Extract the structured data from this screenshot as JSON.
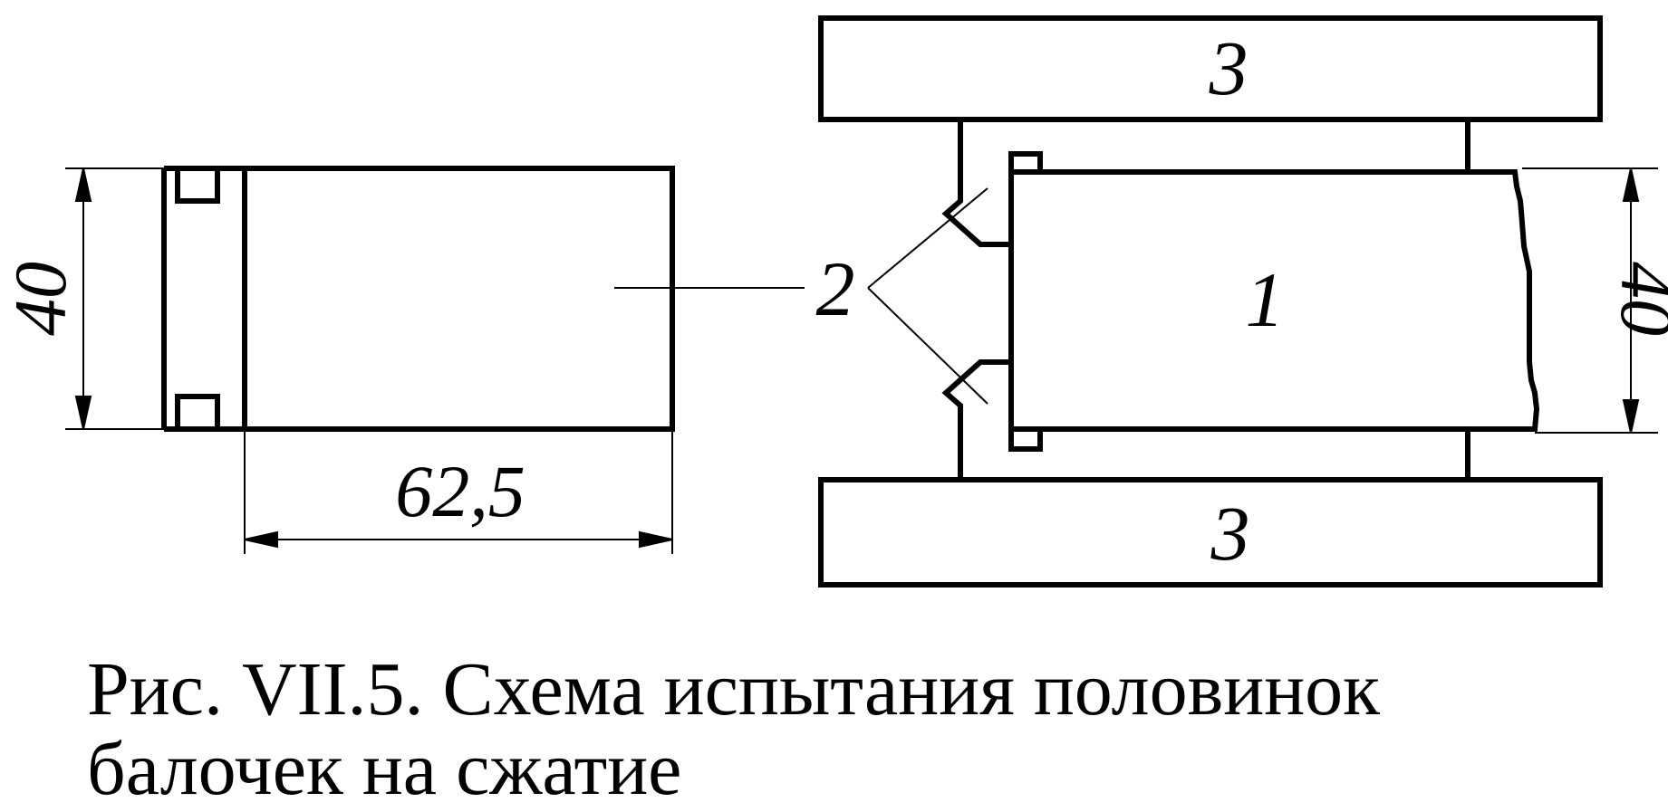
{
  "figure": {
    "dimensions": {
      "left_height": "40",
      "left_length": "62,5",
      "right_height": "40"
    },
    "labels": {
      "specimen": "1",
      "plates": "2",
      "platen_top": "3",
      "platen_bottom": "3"
    }
  },
  "caption": {
    "line1": "Рис. VII.5. Схема испытания половинок",
    "line2": "балочек на сжатие"
  }
}
